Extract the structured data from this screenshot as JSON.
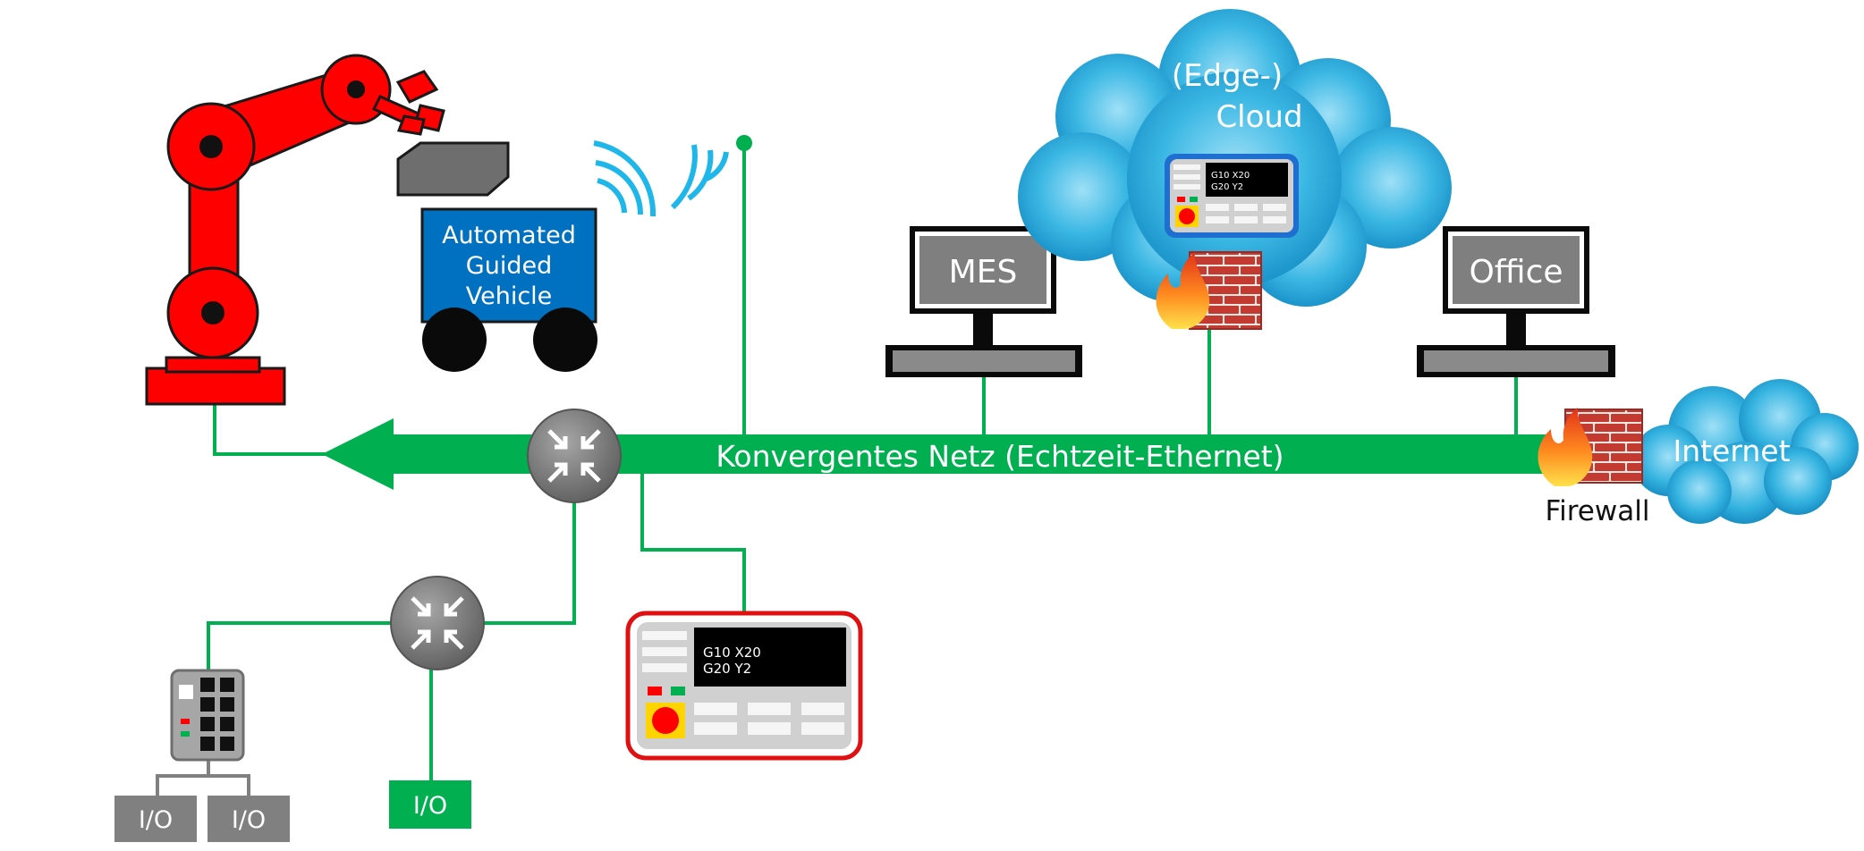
{
  "network": {
    "label": "Konvergentes Netz (Echtzeit-Ethernet)"
  },
  "agv": {
    "line1": "Automated",
    "line2": "Guided",
    "line3": "Vehicle"
  },
  "mes": {
    "label": "MES"
  },
  "office": {
    "label": "Office"
  },
  "cloud": {
    "line1": "(Edge-)",
    "line2": "Cloud"
  },
  "internet": {
    "label": "Internet"
  },
  "firewall": {
    "label": "Firewall"
  },
  "cnc_cloud": {
    "line1": "G10 X20",
    "line2": "G20 Y2"
  },
  "cnc_main": {
    "line1": "G10 X20",
    "line2": "G20 Y2"
  },
  "io": {
    "label_left": "I/O",
    "label_middle": "I/O",
    "label_green": "I/O"
  },
  "colors": {
    "network_green": "#00b050",
    "robot_red": "#ff0000",
    "agv_blue": "#0070c0",
    "cloud_blue": "#2ab0df",
    "screen_gray": "#7f7f7f",
    "io_gray": "#808080"
  }
}
